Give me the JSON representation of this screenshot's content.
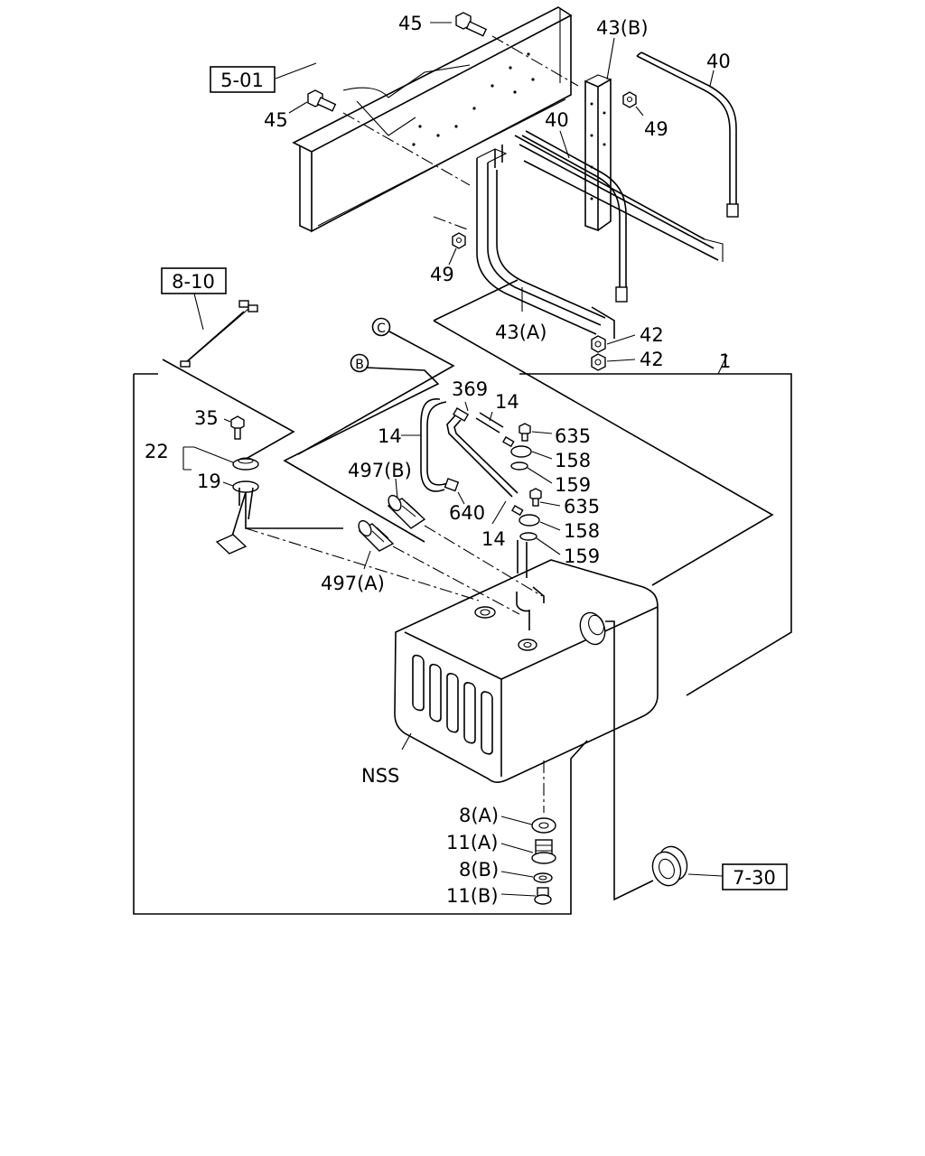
{
  "references": {
    "ref_5_01": "5-01",
    "ref_8_10": "8-10",
    "ref_7_30": "7-30"
  },
  "circle_markers": {
    "b": "B",
    "c": "C"
  },
  "labels": {
    "p45_top": "45",
    "p45_left": "45",
    "p43b": "43(B)",
    "p40_right": "40",
    "p40_mid": "40",
    "p49_right": "49",
    "p49_left": "49",
    "p43a": "43(A)",
    "p42_a": "42",
    "p42_b": "42",
    "p1": "1",
    "p35": "35",
    "p22": "22",
    "p19": "19",
    "p369": "369",
    "p14_a": "14",
    "p14_b": "14",
    "p14_c": "14",
    "p635_a": "635",
    "p158_a": "158",
    "p159_a": "159",
    "p635_b": "635",
    "p158_b": "158",
    "p159_b": "159",
    "p497b": "497(B)",
    "p640": "640",
    "p497a": "497(A)",
    "nss": "NSS",
    "p8a": "8(A)",
    "p11a": "11(A)",
    "p8b": "8(B)",
    "p11b": "11(B)"
  },
  "icons": {
    "bolt": "hex-bolt-icon",
    "nut": "hex-nut-icon",
    "washer": "washer-icon",
    "tank": "fuel-tank-icon",
    "sender": "fuel-gauge-sender-icon",
    "cap": "filler-cap-icon"
  }
}
